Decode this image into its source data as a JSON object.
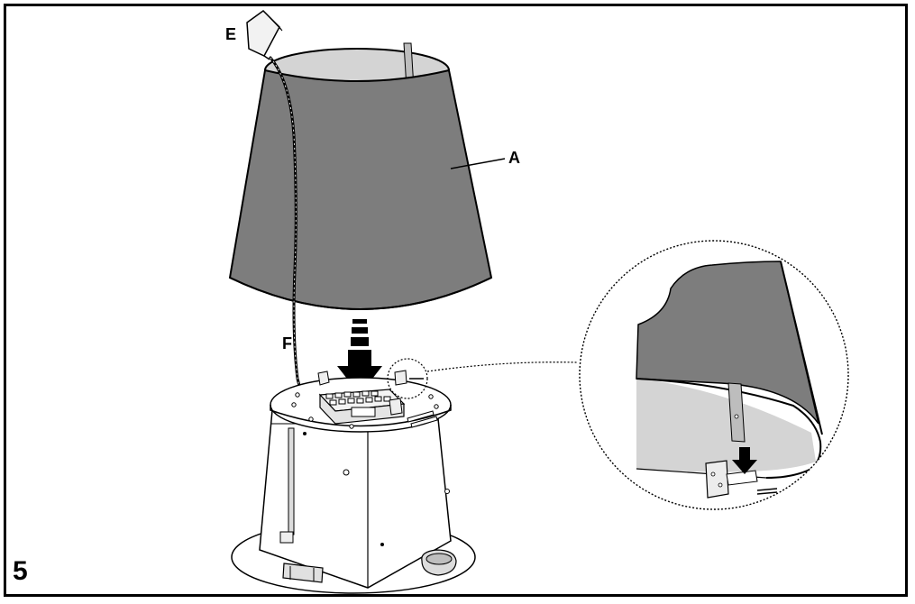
{
  "figure": {
    "step_number": "5",
    "callouts": {
      "a": "A",
      "e": "E",
      "f": "F"
    }
  },
  "colors": {
    "shade": "#7d7d7d",
    "shade_inner": "#d4d4d4",
    "line": "#000000",
    "base_fill": "#ffffff",
    "base_shadow": "#e6e6e6"
  },
  "icons": {
    "insert_arrow": "down-arrow-icon",
    "detail_arrow": "down-arrow-icon"
  }
}
